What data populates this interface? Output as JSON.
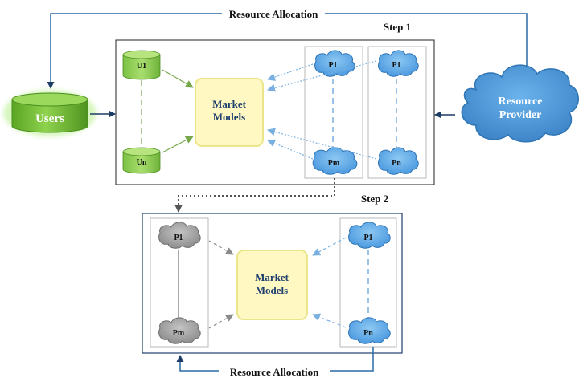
{
  "top_arrow_label": "Resource Allocation",
  "bottom_arrow_label": "Resource Allocation",
  "step1_label": "Step 1",
  "step2_label": "Step 2",
  "users_label": "Users",
  "resource_provider_label": [
    "Resource",
    "Provider"
  ],
  "step1": {
    "user_first": "U1",
    "user_last": "Un",
    "market_models": [
      "Market",
      "Models"
    ],
    "group_a": {
      "first": "P1",
      "last": "Pm"
    },
    "group_b": {
      "first": "P1",
      "last": "Pn"
    }
  },
  "step2": {
    "market_models": [
      "Market",
      "Models"
    ],
    "gray_group": {
      "first": "P1",
      "last": "Pm"
    },
    "blue_group": {
      "first": "P1",
      "last": "Pn"
    }
  },
  "colors": {
    "user_db_green": "#7cc53a",
    "cloud_blue": "#5aa6e8",
    "cloud_gray": "#a6a6a6",
    "market_fill": "#fffbc6",
    "market_border": "#ecea92",
    "arrow_blue": "#2c6aa6"
  }
}
